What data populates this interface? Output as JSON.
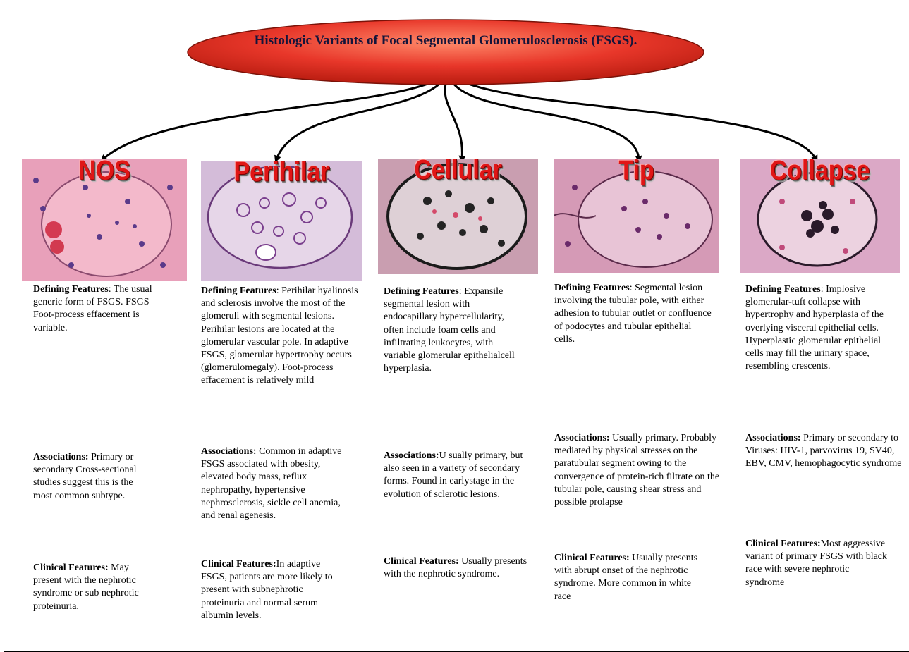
{
  "title": "Histologic Variants of  Focal Segmental Glomerulosclerosis (FSGS).",
  "colors": {
    "ellipse_fill": "#e8372a",
    "ellipse_highlight": "#ff8a6a",
    "label_red": "#e01616"
  },
  "panels": [
    {
      "label": "NOS",
      "image": "histology-micrograph-he-pink",
      "defining_heading": "Defining Features",
      "defining_text": ": The usual generic form of FSGS. FSGS Foot-process effacement is variable.",
      "associations_heading": "Associations:",
      "associations_text": " Primary or secondary Cross-sectional studies suggest this is the most common subtype.",
      "clinical_heading": "Clinical Features:",
      "clinical_text": " May present with the nephrotic syndrome or sub nephrotic proteinuria."
    },
    {
      "label": "Perihilar",
      "image": "histology-micrograph-pas-purple",
      "defining_heading": "Defining Features",
      "defining_text": ": Perihilar hyalinosis and sclerosis involve the most of the glomeruli with segmental lesions. Perihilar lesions are located at the glomerular vascular pole. In adaptive FSGS, glomerular hypertrophy occurs (glomerulomegaly). Foot-process effacement is relatively mild",
      "associations_heading": "Associations:",
      "associations_text": " Common in adaptive FSGS associated with obesity, elevated body mass, reflux nephropathy, hypertensive nephrosclerosis, sickle cell anemia, and renal agenesis.",
      "clinical_heading": "Clinical Features:",
      "clinical_text": "In adaptive FSGS, patients are more likely to present with subnephrotic proteinuria and normal serum albumin levels."
    },
    {
      "label": "Cellular",
      "image": "histology-micrograph-silver-dark",
      "defining_heading": "Defining Features",
      "defining_text": ": Expansile segmental lesion with endocapillary hypercellularity, often include foam cells and infiltrating leukocytes, with variable glomerular epithelialcell hyperplasia.",
      "associations_heading": "Associations:",
      "associations_text": "U sually primary, but also seen in a variety of secondary forms. Found in earlystage in the evolution of sclerotic lesions.",
      "clinical_heading": "Clinical Features:",
      "clinical_text": " Usually presents with the nephrotic syndrome."
    },
    {
      "label": "Tip",
      "image": "histology-micrograph-pas-pink",
      "defining_heading": "Defining Features",
      "defining_text": ": Segmental lesion involving the tubular pole, with either adhesion to tubular outlet or confluence of podocytes and tubular epithelial cells.",
      "associations_heading": "Associations:",
      "associations_text": " Usually primary. Probably mediated by physical stresses on the paratubular segment owing to the convergence of protein-rich filtrate on the tubular pole, causing shear stress and possible prolapse",
      "clinical_heading": "Clinical Features:",
      "clinical_text": " Usually presents with abrupt onset of the nephrotic syndrome. More common in white race"
    },
    {
      "label": "Collapse",
      "image": "histology-micrograph-silver-collapse",
      "defining_heading": "Defining Features",
      "defining_text": ": Implosive glomerular-tuft collapse with hypertrophy and hyperplasia of the overlying visceral epithelial cells. Hyperplastic glomerular epithelial cells may fill the urinary space, resembling crescents.",
      "associations_heading": "Associations:",
      "associations_text": " Primary or secondary to Viruses: HIV-1, parvovirus 19, SV40, EBV, CMV, hemophagocytic syndrome",
      "clinical_heading": "Clinical Features:",
      "clinical_text": "Most aggressive variant of primary FSGS with black race with severe nephrotic syndrome"
    }
  ]
}
